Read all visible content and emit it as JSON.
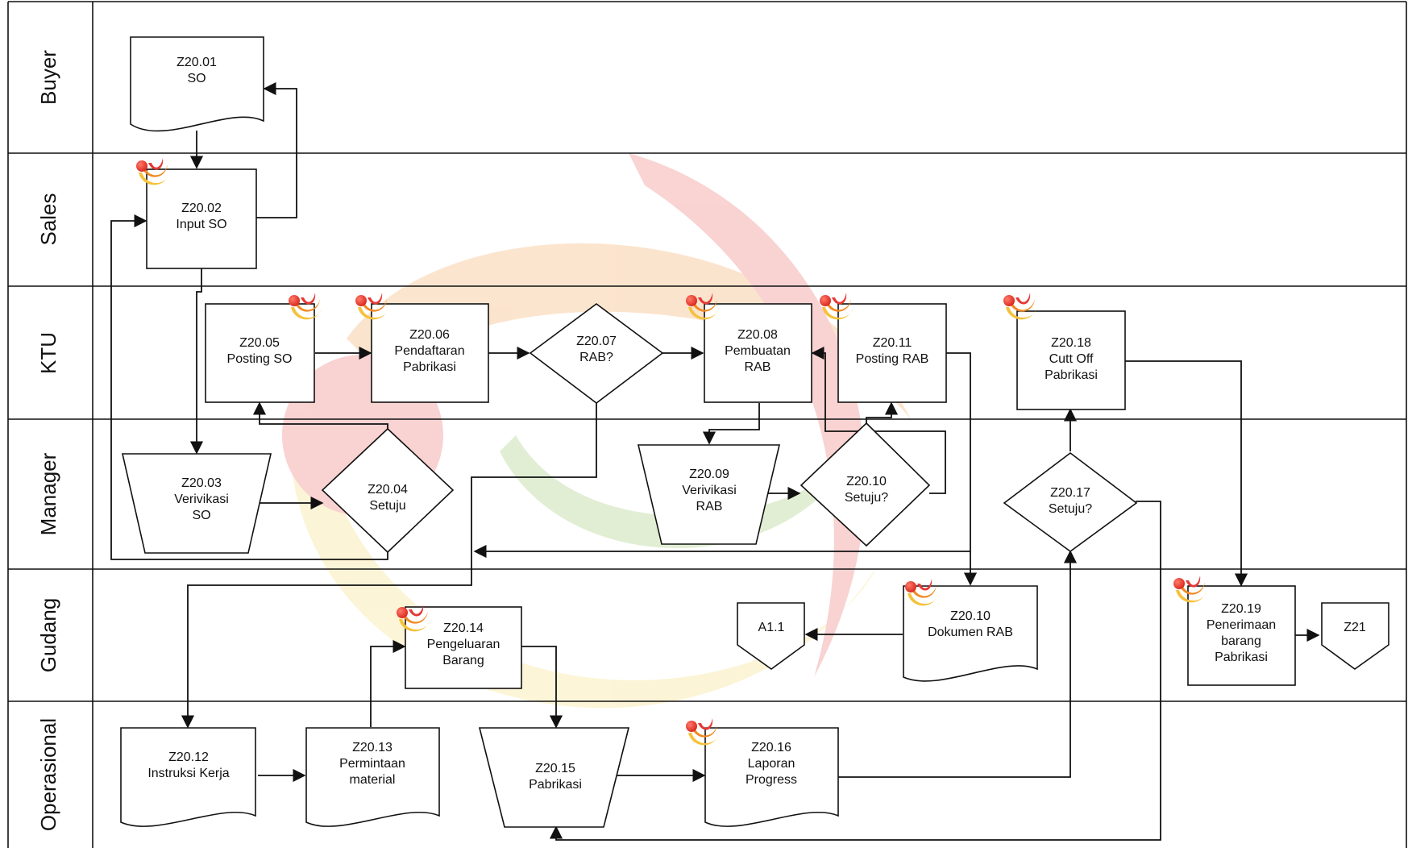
{
  "lanes": [
    {
      "id": "buyer",
      "label": "Buyer"
    },
    {
      "id": "sales",
      "label": "Sales"
    },
    {
      "id": "ktu",
      "label": "KTU"
    },
    {
      "id": "manager",
      "label": "Manager"
    },
    {
      "id": "gudang",
      "label": "Gudang"
    },
    {
      "id": "operasional",
      "label": "Operasional"
    }
  ],
  "nodes": {
    "z2001": {
      "lines": [
        "Z20.01",
        "SO"
      ],
      "shape": "document"
    },
    "z2002": {
      "lines": [
        "Z20.02",
        "Input SO"
      ],
      "shape": "process"
    },
    "z2003": {
      "lines": [
        "Z20.03",
        "Verivikasi",
        "SO"
      ],
      "shape": "manual-operation"
    },
    "z2004": {
      "lines": [
        "Z20.04",
        "Setuju"
      ],
      "shape": "decision"
    },
    "z2005": {
      "lines": [
        "Z20.05",
        "Posting SO"
      ],
      "shape": "process"
    },
    "z2006": {
      "lines": [
        "Z20.06",
        "Pendaftaran",
        "Pabrikasi"
      ],
      "shape": "process"
    },
    "z2007": {
      "lines": [
        "Z20.07",
        "RAB?"
      ],
      "shape": "decision"
    },
    "z2008": {
      "lines": [
        "Z20.08",
        "Pembuatan",
        "RAB"
      ],
      "shape": "process"
    },
    "z2009": {
      "lines": [
        "Z20.09",
        "Verivikasi",
        "RAB"
      ],
      "shape": "manual-operation"
    },
    "z2010d": {
      "lines": [
        "Z20.10",
        "Setuju?"
      ],
      "shape": "decision"
    },
    "z2011": {
      "lines": [
        "Z20.11",
        "Posting RAB"
      ],
      "shape": "process"
    },
    "z2010doc": {
      "lines": [
        "Z20.10",
        "Dokumen RAB"
      ],
      "shape": "document"
    },
    "a11": {
      "lines": [
        "A1.1"
      ],
      "shape": "off-page"
    },
    "z2012": {
      "lines": [
        "Z20.12",
        "Instruksi Kerja"
      ],
      "shape": "document"
    },
    "z2013": {
      "lines": [
        "Z20.13",
        "Permintaan",
        "material"
      ],
      "shape": "document"
    },
    "z2014": {
      "lines": [
        "Z20.14",
        "Pengeluaran",
        "Barang"
      ],
      "shape": "process"
    },
    "z2015": {
      "lines": [
        "Z20.15",
        "Pabrikasi"
      ],
      "shape": "manual-operation"
    },
    "z2016": {
      "lines": [
        "Z20.16",
        "Laporan",
        "Progress"
      ],
      "shape": "document"
    },
    "z2017": {
      "lines": [
        "Z20.17",
        "Setuju?"
      ],
      "shape": "decision"
    },
    "z2018": {
      "lines": [
        "Z20.18",
        "Cutt Off",
        "Pabrikasi"
      ],
      "shape": "process"
    },
    "z2019": {
      "lines": [
        "Z20.19",
        "Penerimaan",
        "barang",
        "Pabrikasi"
      ],
      "shape": "process"
    },
    "z21": {
      "lines": [
        "Z21"
      ],
      "shape": "off-page"
    }
  },
  "colors": {
    "watermark_red": "#e53935",
    "watermark_orange": "#f08a24",
    "watermark_yellow": "#f6d24a",
    "watermark_green": "#7cb342",
    "line": "#111111"
  },
  "icons": {
    "system_marker": "swirl-logo-icon",
    "watermark": "swirl-watermark-logo"
  }
}
